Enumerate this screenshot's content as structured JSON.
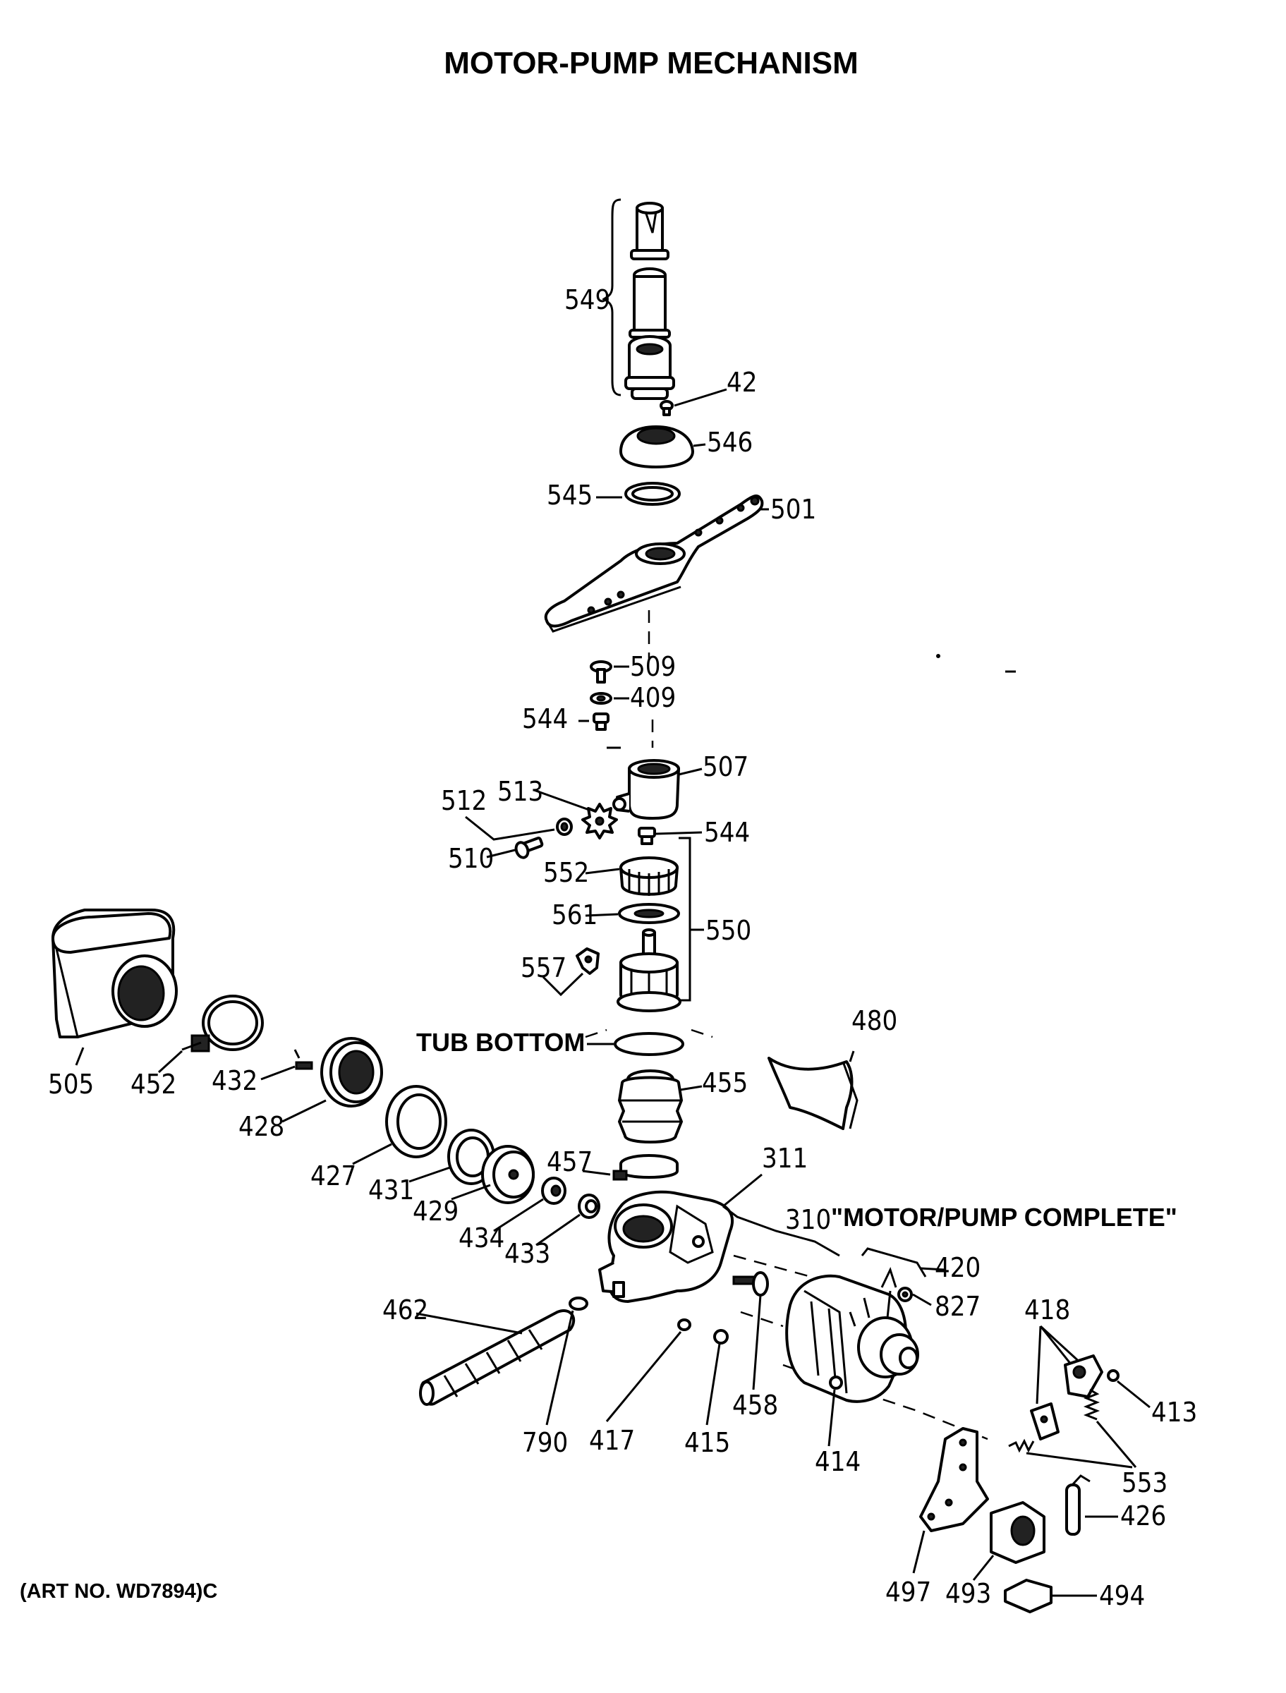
{
  "title": "MOTOR-PUMP MECHANISM",
  "art_number": "(ART NO. WD7894)C",
  "notes": {
    "tub_bottom": "TUB BOTTOM",
    "motor_pump_complete_num": "310",
    "motor_pump_complete": "\"MOTOR/PUMP COMPLETE\""
  },
  "labels": {
    "p549": "549",
    "p42": "42",
    "p546": "546",
    "p545": "545",
    "p501": "501",
    "p509": "509",
    "p409": "409",
    "p544a": "544",
    "p507": "507",
    "p513": "513",
    "p512": "512",
    "p544b": "544",
    "p510": "510",
    "p552": "552",
    "p561": "561",
    "p550": "550",
    "p557": "557",
    "p505": "505",
    "p452": "452",
    "p432": "432",
    "p428": "428",
    "p480": "480",
    "p455": "455",
    "p427": "427",
    "p457": "457",
    "p311": "311",
    "p431": "431",
    "p429": "429",
    "p434": "434",
    "p433": "433",
    "p420": "420",
    "p827": "827",
    "p418": "418",
    "p413": "413",
    "p462": "462",
    "p790": "790",
    "p417": "417",
    "p415": "415",
    "p458": "458",
    "p414": "414",
    "p553": "553",
    "p426": "426",
    "p497": "497",
    "p493": "493",
    "p494": "494"
  }
}
